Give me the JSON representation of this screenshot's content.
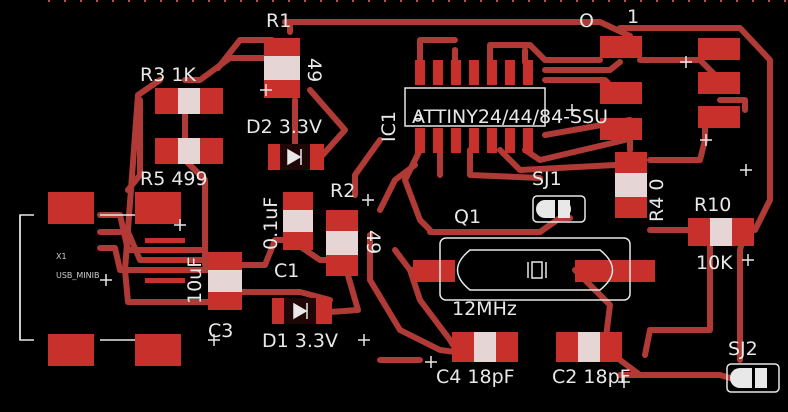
{
  "board": {
    "background": "#000000",
    "copper_color": "#b03a36",
    "pad_color": "#c8302c",
    "silk_color": "#e8e8e8",
    "grid_dot_color": "#c04a44"
  },
  "labels": {
    "r1": "R1",
    "r1_val": "49",
    "r3": "R3 1K",
    "r5": "R5 499",
    "d2": "D2  3.3V",
    "c1_val": "0.1uF",
    "c1": "C1",
    "r2": "R2",
    "r2_val": "49",
    "c3_val": "10uF",
    "c3": "C3",
    "d1": "D1 3.3V",
    "ic_ref": "IC1",
    "ic_name": "ATTINY24/44/84-SSU",
    "pin1_mark": "O",
    "pin1_num": "1",
    "sj1": "SJ1",
    "q1": "Q1",
    "q1_val": "12MHz",
    "r4": "R4 0",
    "r10": "R10",
    "r10_val": "10K",
    "c4": "C4 18pF",
    "c2": "C2 18pF",
    "sj2": "SJ2",
    "x1": "X1",
    "x1_val": "USB_MINIB"
  }
}
